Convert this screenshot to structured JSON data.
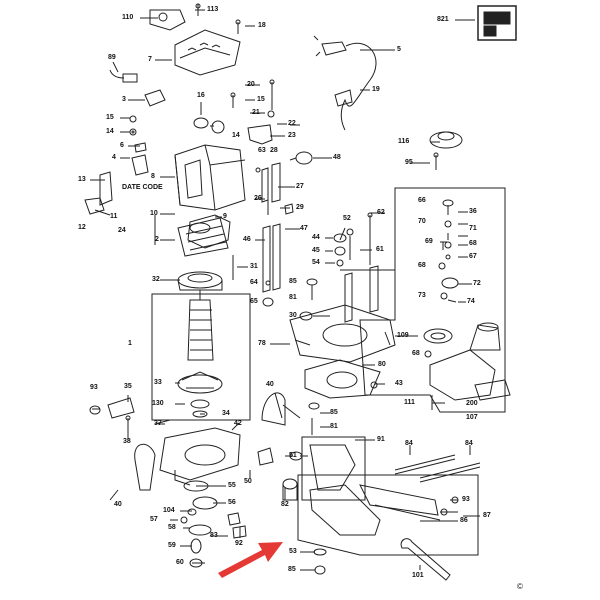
{
  "diagram": {
    "labels": [
      "110",
      "113",
      "18",
      "7",
      "89",
      "3",
      "15",
      "14",
      "16",
      "19",
      "12",
      "20",
      "5",
      "821",
      "116",
      "95",
      "21",
      "22",
      "23",
      "6",
      "4",
      "13",
      "DATE CODE",
      "8",
      "10",
      "11",
      "24",
      "28",
      "63",
      "48",
      "26",
      "29",
      "27",
      "66",
      "36",
      "70",
      "71",
      "69",
      "68",
      "67",
      "72",
      "73",
      "74",
      "44",
      "45",
      "54",
      "52",
      "62",
      "61",
      "46",
      "47",
      "2",
      "9",
      "32",
      "31",
      "64",
      "65",
      "85",
      "81",
      "30",
      "109",
      "1",
      "78",
      "80",
      "43",
      "33",
      "130",
      "34",
      "93",
      "35",
      "40",
      "38",
      "37",
      "42",
      "111",
      "200",
      "107",
      "91",
      "84",
      "55",
      "56",
      "57",
      "104",
      "50",
      "51",
      "82",
      "87",
      "86",
      "83",
      "58",
      "92",
      "59",
      "60",
      "53",
      "101"
    ],
    "date_code": "DATE CODE",
    "copyright": "©",
    "arrow_color": "#e53935"
  }
}
